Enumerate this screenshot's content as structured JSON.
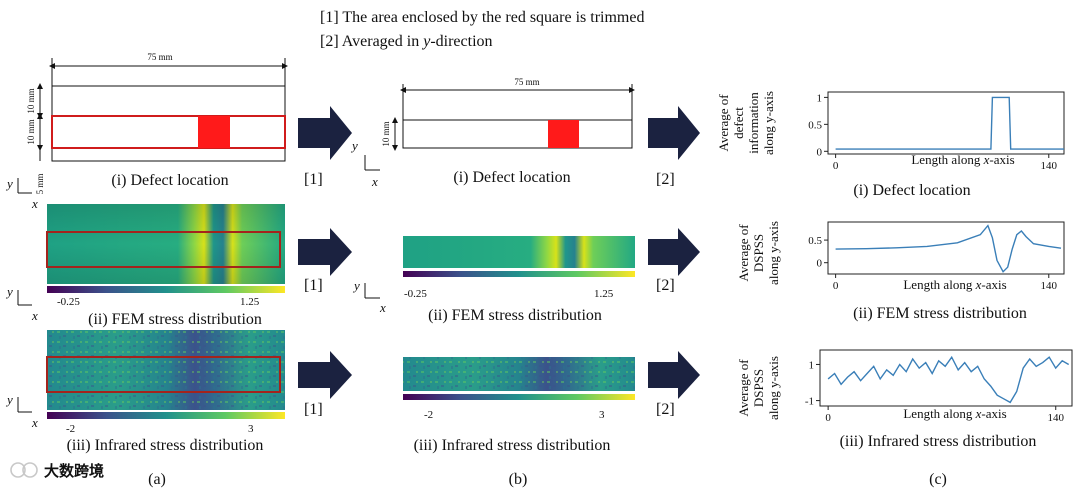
{
  "notes": {
    "n1": "[1] The area enclosed by the red square is trimmed",
    "n2_prefix": "[2] Averaged in ",
    "n2_var": "y",
    "n2_suffix": "-direction"
  },
  "dims": {
    "length": "75 mm",
    "height_top": "10 mm",
    "height_mid": "10 mm",
    "height_bot": "5 mm",
    "height_b": "10 mm"
  },
  "axes": {
    "x": "x",
    "y": "y"
  },
  "step_labels": {
    "one": "[1]",
    "two": "[2]"
  },
  "col_a": {
    "cap1": "(i) Defect location",
    "cap2": "(ii) FEM stress distribution",
    "cap3": "(iii) Infrared stress distribution",
    "cb2_min": "-0.25",
    "cb2_max": "1.25",
    "cb3_min": "-2",
    "cb3_max": "3",
    "label": "(a)"
  },
  "col_b": {
    "cap1": "(i) Defect location",
    "cap2": "(ii) FEM stress distribution",
    "cap3": "(iii) Infrared stress distribution",
    "cb2_min": "-0.25",
    "cb2_max": "1.25",
    "cb3_min": "-2",
    "cb3_max": "3",
    "label": "(b)"
  },
  "col_c": {
    "label": "(c)",
    "xlabel_prefix": "Length along ",
    "xlabel_var": "x",
    "xlabel_suffix": "-axis",
    "p1_ylabel": [
      "Average of",
      "defect",
      "information",
      "along y-axis"
    ],
    "p2_ylabel": [
      "Average of",
      "DSPSS",
      "along y-axis"
    ],
    "p3_ylabel": [
      "Average of",
      "DSPSS",
      "along y-axis"
    ],
    "cap1": "(i) Defect location",
    "cap2": "(ii) FEM stress distribution",
    "cap3": "(iii) Infrared stress distribution"
  },
  "watermark": "大数跨境",
  "chart_data": [
    {
      "type": "line",
      "ylabel": "Average of defect information along y-axis",
      "xlabel": "Length along x-axis",
      "xticks": [
        0,
        140
      ],
      "yticks": [
        0.0,
        0.5,
        1.0
      ],
      "xlim": [
        -5,
        150
      ],
      "ylim": [
        -0.05,
        1.1
      ],
      "x": [
        0,
        102,
        103,
        114,
        115,
        150
      ],
      "values": [
        0.04,
        0.04,
        1.0,
        1.0,
        0.04,
        0.04
      ]
    },
    {
      "type": "line",
      "ylabel": "Average of DSPSS along y-axis",
      "xlabel": "Length along x-axis",
      "xticks": [
        0,
        140
      ],
      "yticks": [
        0.0,
        0.5
      ],
      "xlim": [
        -5,
        150
      ],
      "ylim": [
        -0.25,
        0.9
      ],
      "x": [
        0,
        20,
        40,
        60,
        80,
        95,
        100,
        103,
        106,
        110,
        113,
        116,
        119,
        122,
        125,
        130,
        140,
        148
      ],
      "values": [
        0.3,
        0.31,
        0.33,
        0.36,
        0.44,
        0.62,
        0.82,
        0.55,
        0.05,
        -0.2,
        -0.1,
        0.3,
        0.62,
        0.7,
        0.58,
        0.42,
        0.36,
        0.32
      ]
    },
    {
      "type": "line",
      "ylabel": "Average of DSPSS along y-axis",
      "xlabel": "Length along x-axis",
      "xticks": [
        0,
        140
      ],
      "yticks": [
        -1.0,
        1.0
      ],
      "xlim": [
        -5,
        150
      ],
      "ylim": [
        -1.3,
        1.8
      ],
      "x": [
        0,
        4,
        8,
        12,
        16,
        20,
        24,
        28,
        32,
        36,
        40,
        44,
        48,
        52,
        56,
        60,
        64,
        68,
        72,
        76,
        80,
        84,
        88,
        92,
        96,
        100,
        104,
        108,
        112,
        116,
        120,
        124,
        128,
        132,
        136,
        140,
        144,
        148
      ],
      "values": [
        0.2,
        0.5,
        -0.1,
        0.3,
        0.6,
        0.1,
        0.5,
        0.9,
        0.2,
        0.7,
        0.4,
        1.0,
        0.6,
        1.3,
        0.8,
        1.1,
        0.5,
        1.2,
        0.9,
        1.4,
        0.7,
        1.1,
        0.6,
        0.9,
        0.2,
        -0.2,
        -0.7,
        -0.9,
        -1.1,
        -0.5,
        0.8,
        1.3,
        0.9,
        1.1,
        1.4,
        0.8,
        1.2,
        1.0
      ]
    }
  ]
}
